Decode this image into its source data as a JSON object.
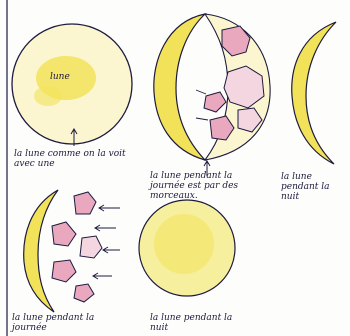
{
  "drawing": {
    "center_label": "lune",
    "captions": {
      "full_moon_top": "la lune comme on la voit avec une",
      "crescent_day": "la lune pendant la journée est par des morceaux.",
      "crescent_night": "la lune pendant la nuit",
      "crescent_day_bottom": "la lune pendant la journée",
      "full_moon_bottom": "la lune pendant la nuit"
    },
    "colors": {
      "moon_yellow": "#f2e25a",
      "moon_pale": "#f6ef9e",
      "piece_pink": "#e9a8be",
      "ink": "#1c1a3e"
    }
  }
}
